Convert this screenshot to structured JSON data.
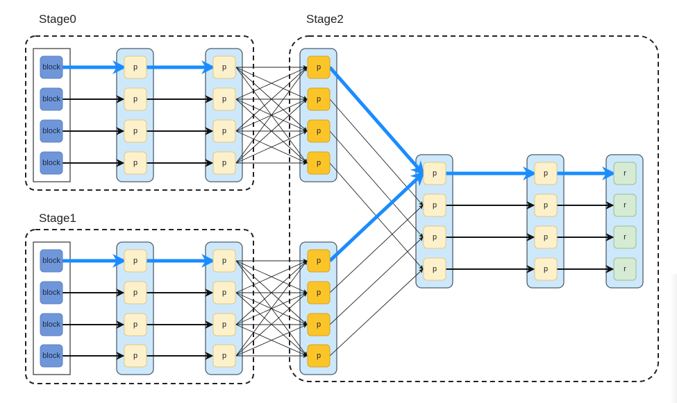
{
  "stages": [
    {
      "id": "stage0",
      "label": "Stage0"
    },
    {
      "id": "stage1",
      "label": "Stage1"
    },
    {
      "id": "stage2",
      "label": "Stage2"
    }
  ],
  "node_labels": {
    "block": "block",
    "partition": "p",
    "result": "r"
  },
  "rows_per_column": 4,
  "colors": {
    "block_fill": "#6f96d8",
    "block_stroke": "#5a80c4",
    "container_fill": "#cde8fa",
    "container_stroke": "#4d5d6c",
    "partition_fill": "#fdf1cc",
    "partition_stroke": "#e3c77c",
    "shuffle_partition_fill": "#fbc52a",
    "shuffle_partition_stroke": "#d9a11c",
    "result_fill": "#d6ead4",
    "result_stroke": "#93c08f",
    "highlight_edge": "#1a8cff",
    "edge": "#111111",
    "dashed_border": "#222222"
  },
  "edges": {
    "highlighted_path": "first row of each stage flows through all columns to the first result",
    "shuffle": "all-to-all between last narrow column and shuffled (orange) column",
    "merge": "orange partition i of each upstream stage feeds merged partition i"
  }
}
